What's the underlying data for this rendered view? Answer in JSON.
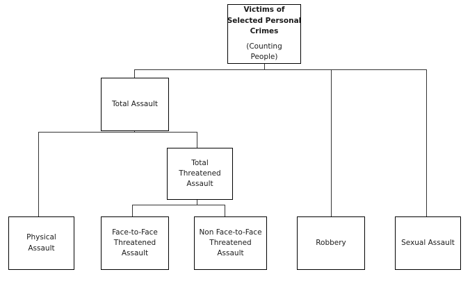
{
  "diagram": {
    "title_node": {
      "lines_bold": [
        "Victims of",
        "Selected Personal",
        "Crimes"
      ],
      "lines_regular": [
        "(Counting",
        "People)"
      ]
    },
    "nodes": {
      "total_assault": {
        "lines": [
          "Total Assault"
        ]
      },
      "total_threatened_assault": {
        "lines": [
          "Total",
          "Threatened",
          "Assault"
        ]
      },
      "physical_assault": {
        "lines": [
          "Physical",
          "Assault"
        ]
      },
      "face_to_face_threatened_assault": {
        "lines": [
          "Face-to-Face",
          "Threatened",
          "Assault"
        ]
      },
      "non_face_to_face_threatened_assault": {
        "lines": [
          "Non Face-to-Face",
          "Threatened",
          "Assault"
        ]
      },
      "robbery": {
        "lines": [
          "Robbery"
        ]
      },
      "sexual_assault": {
        "lines": [
          "Sexual Assault"
        ]
      }
    },
    "colors": {
      "background": "#ffffff",
      "box_border": "#000000",
      "connector": "#333333",
      "text": "#1a1a1a"
    }
  }
}
